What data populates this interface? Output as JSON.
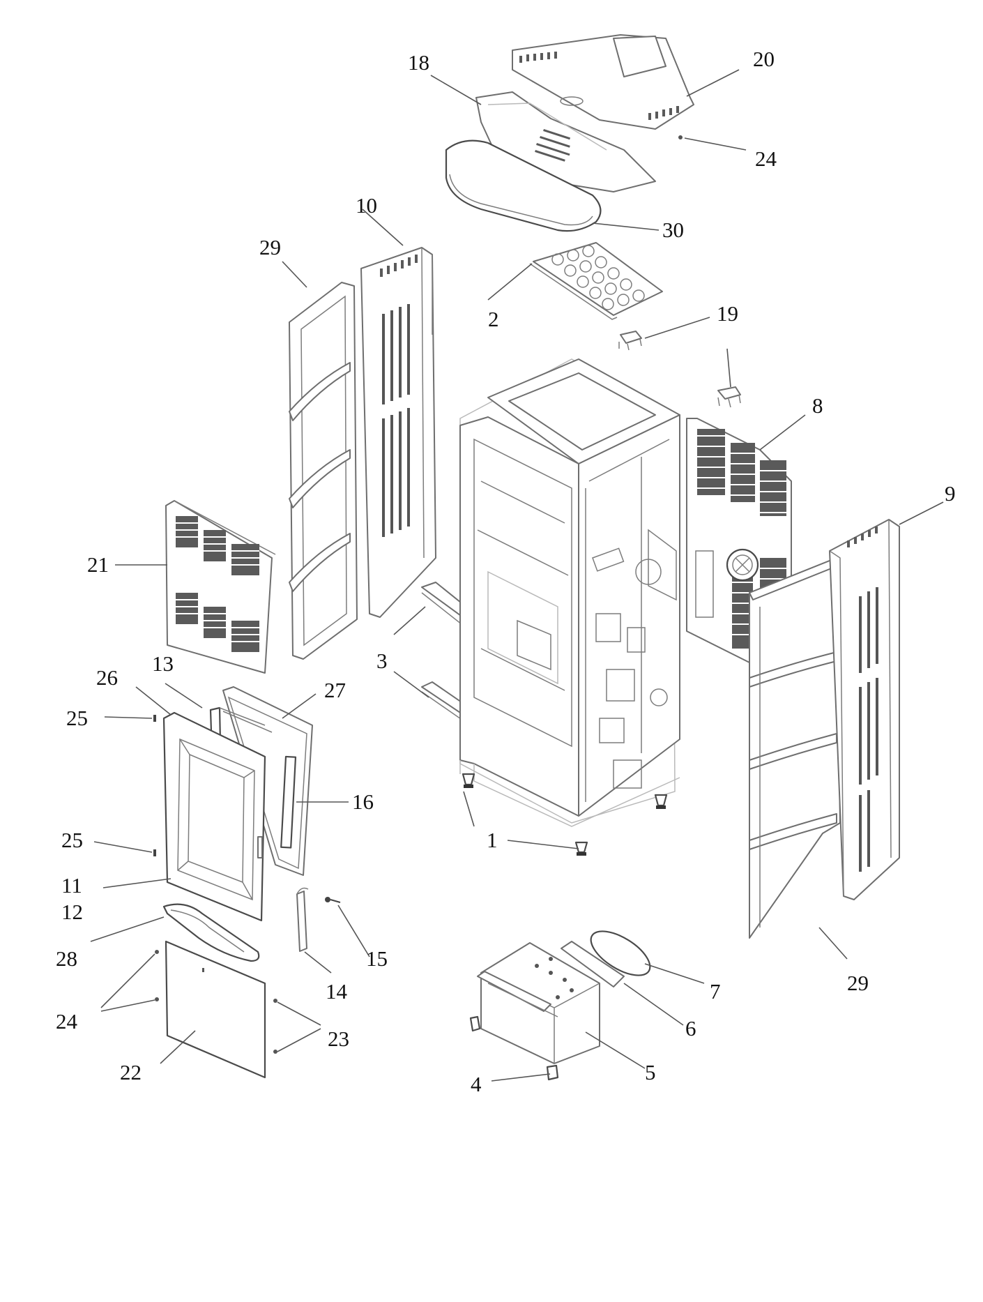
{
  "labels": {
    "l1": "1",
    "l2": "2",
    "l3a": "3",
    "l3b": "3",
    "l4": "4",
    "l5": "5",
    "l6": "6",
    "l7": "7",
    "l8": "8",
    "l9": "9",
    "l10": "10",
    "l11": "11",
    "l12": "12",
    "l13": "13",
    "l14": "14",
    "l15": "15",
    "l16": "16",
    "l18": "18",
    "l19": "19",
    "l20": "20",
    "l21": "21",
    "l22": "22",
    "l23": "23",
    "l24a": "24",
    "l24b": "24",
    "l25a": "25",
    "l25b": "25",
    "l26": "26",
    "l27": "27",
    "l28": "28",
    "l29a": "29",
    "l29b": "29",
    "l30": "30"
  },
  "colors": {
    "line": "#6e6e6e",
    "label": "#111111",
    "background": "#ffffff"
  }
}
